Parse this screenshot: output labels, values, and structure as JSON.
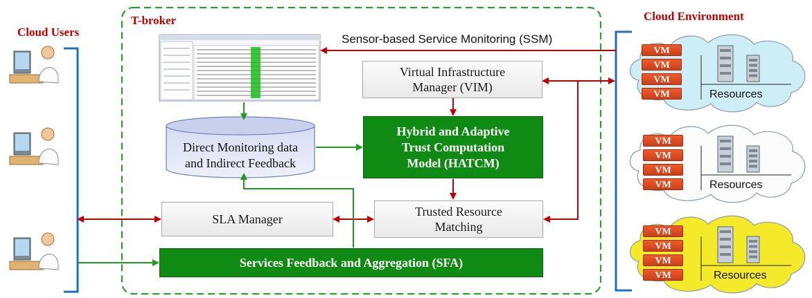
{
  "labels": {
    "cloud_users": "Cloud Users",
    "t_broker": "T-broker",
    "cloud_environment": "Cloud Environment",
    "ssm": "Sensor-based Service Monitoring (SSM)"
  },
  "boxes": {
    "vim_line1": "Virtual Infrastructure",
    "vim_line2": "Manager (VIM)",
    "hatcm_line1": "Hybrid and Adaptive",
    "hatcm_line2": "Trust Computation",
    "hatcm_line3": "Model (HATCM)",
    "db_line1": "Direct Monitoring data",
    "db_line2": "and Indirect Feedback",
    "sla": "SLA Manager",
    "trm_line1": "Trusted Resource",
    "trm_line2": "Matching",
    "sfa": "Services Feedback and Aggregation (SFA)"
  },
  "clouds": [
    {
      "vm_labels": [
        "VM",
        "VM",
        "VM",
        "VM"
      ],
      "resources": "Resources",
      "fill": "#cdeef6"
    },
    {
      "vm_labels": [
        "VM",
        "VM",
        "VM",
        "VM"
      ],
      "resources": "Resources",
      "fill": "#fbfbfb"
    },
    {
      "vm_labels": [
        "VM",
        "VM",
        "VM",
        "VM"
      ],
      "resources": "Resources",
      "fill": "#f5ea2a"
    }
  ],
  "colors": {
    "arrow_red": "#c00000",
    "arrow_green": "#1f9a1f",
    "bracket_blue": "#1f6fbf",
    "dashed_green": "#2e9a2e",
    "green_box": "#0f8a12"
  }
}
